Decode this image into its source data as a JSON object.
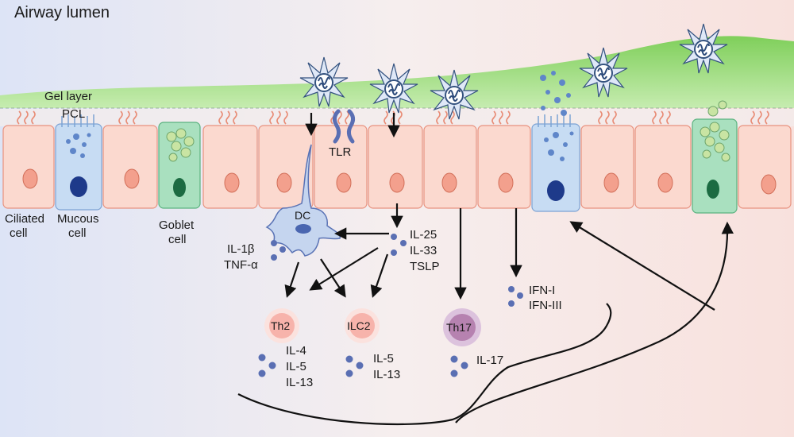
{
  "labels": {
    "lumen": "Airway lumen",
    "gel_layer": "Gel layer",
    "pcl": "PCL",
    "tlr": "TLR",
    "dc": "DC",
    "ciliated": [
      "Ciliated",
      "cell"
    ],
    "mucous": [
      "Mucous",
      "cell"
    ],
    "goblet": [
      "Goblet",
      "cell"
    ],
    "dc_cytokines": [
      "IL-1β",
      "TNF-α"
    ],
    "epithelial_cytokines": [
      "IL-25",
      "IL-33",
      "TSLP"
    ],
    "interferons": [
      "IFN-I",
      "IFN-III"
    ],
    "th2": "Th2",
    "th2_cytokines": [
      "IL-4",
      "IL-5",
      "IL-13"
    ],
    "ilc2": "ILC2",
    "ilc2_cytokines": [
      "IL-5",
      "IL-13"
    ],
    "th17": "Th17",
    "th17_cytokines": [
      "IL-17"
    ]
  },
  "colors": {
    "mucus_gel": "#8fd36a",
    "ciliated_cell": "#fbd9cf",
    "mucous_cell": "#c7dcf3",
    "goblet_cell": "#a9e0bf",
    "cytokine_dot": "#5a6fb3",
    "th2_ilc2": "#f7b3ab",
    "th17": "#b682b0"
  },
  "icons": {
    "virus": "virus-icon",
    "receptor": "tlr-receptor-icon",
    "dendritic_cell": "dendritic-cell-icon"
  }
}
